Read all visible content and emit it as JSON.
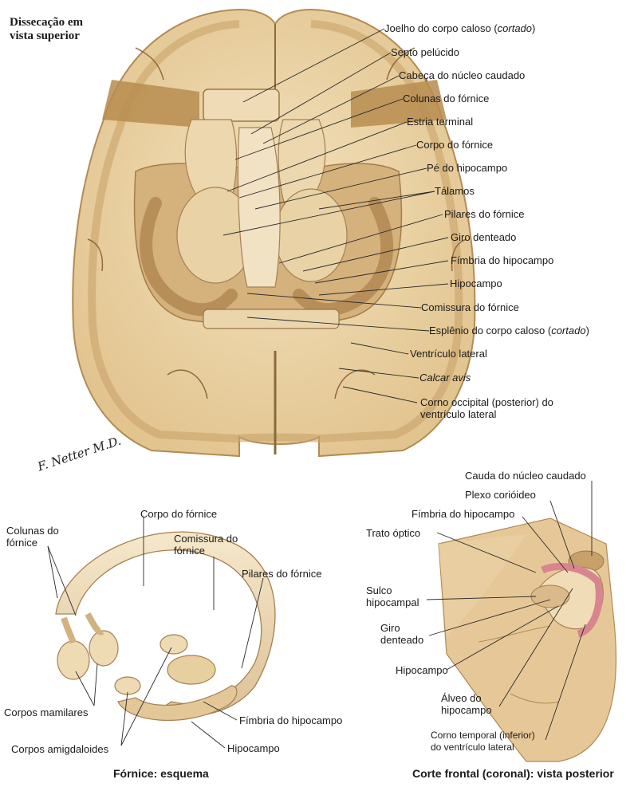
{
  "colors": {
    "tissue": "#e9d1a2",
    "cortex": "#d9b77e",
    "ventricle": "#d6b383",
    "deep": "#c79a5a",
    "line": "#2a2a2a",
    "plexus": "#d9858f"
  },
  "figure1": {
    "title_line1": "Dissecação em",
    "title_line2": "vista superior",
    "labels": [
      {
        "text": "Joelho do corpo caloso (",
        "italic": "cortado",
        "close": ")"
      },
      {
        "text": "Septo pelúcido"
      },
      {
        "text": "Cabeça do núcleo caudado"
      },
      {
        "text": "Colunas do fórnice"
      },
      {
        "text": "Estria terminal"
      },
      {
        "text": "Corpo do fórnice"
      },
      {
        "text": "Pé do hipocampo"
      },
      {
        "text": "Tálamos"
      },
      {
        "text": "Pilares do fórnice"
      },
      {
        "text": "Giro denteado"
      },
      {
        "text": "Fímbria do hipocampo"
      },
      {
        "text": "Hipocampo"
      },
      {
        "text": "Comissura do fórnice"
      },
      {
        "text": "Esplênio do corpo caloso (",
        "italic": "cortado",
        "close": ")"
      },
      {
        "text": "Ventrículo lateral"
      },
      {
        "text": "",
        "italic": "Calcar avis",
        "close": ""
      },
      {
        "text": "Corno occipital (posterior) do"
      }
    ],
    "label_last_line2": "ventrículo lateral",
    "signature": "F. Netter M.D."
  },
  "figure2": {
    "caption": "Fórnice: esquema",
    "labels": {
      "colunas_1": "Colunas do",
      "colunas_2": "fórnice",
      "corpo": "Corpo do fórnice",
      "comissura_1": "Comissura do",
      "comissura_2": "fórnice",
      "pilares": "Pilares do fórnice",
      "mamilares": "Corpos mamilares",
      "fimbria": "Fímbria do hipocampo",
      "amigdaloides": "Corpos amigdaloides",
      "hipocampo": "Hipocampo"
    }
  },
  "figure3": {
    "caption": "Corte frontal (coronal): vista posterior",
    "labels": {
      "cauda": "Cauda do núcleo caudado",
      "plexo": "Plexo corióideo",
      "fimbria": "Fímbria do hipocampo",
      "trato": "Trato óptico",
      "sulco_1": "Sulco",
      "sulco_2": "hipocampal",
      "giro_1": "Giro",
      "giro_2": "denteado",
      "hipocampo": "Hipocampo",
      "alveo_1": "Álveo do",
      "alveo_2": "hipocampo",
      "corno_1": "Corno temporal (inferior)",
      "corno_2": "do ventrículo lateral"
    }
  }
}
